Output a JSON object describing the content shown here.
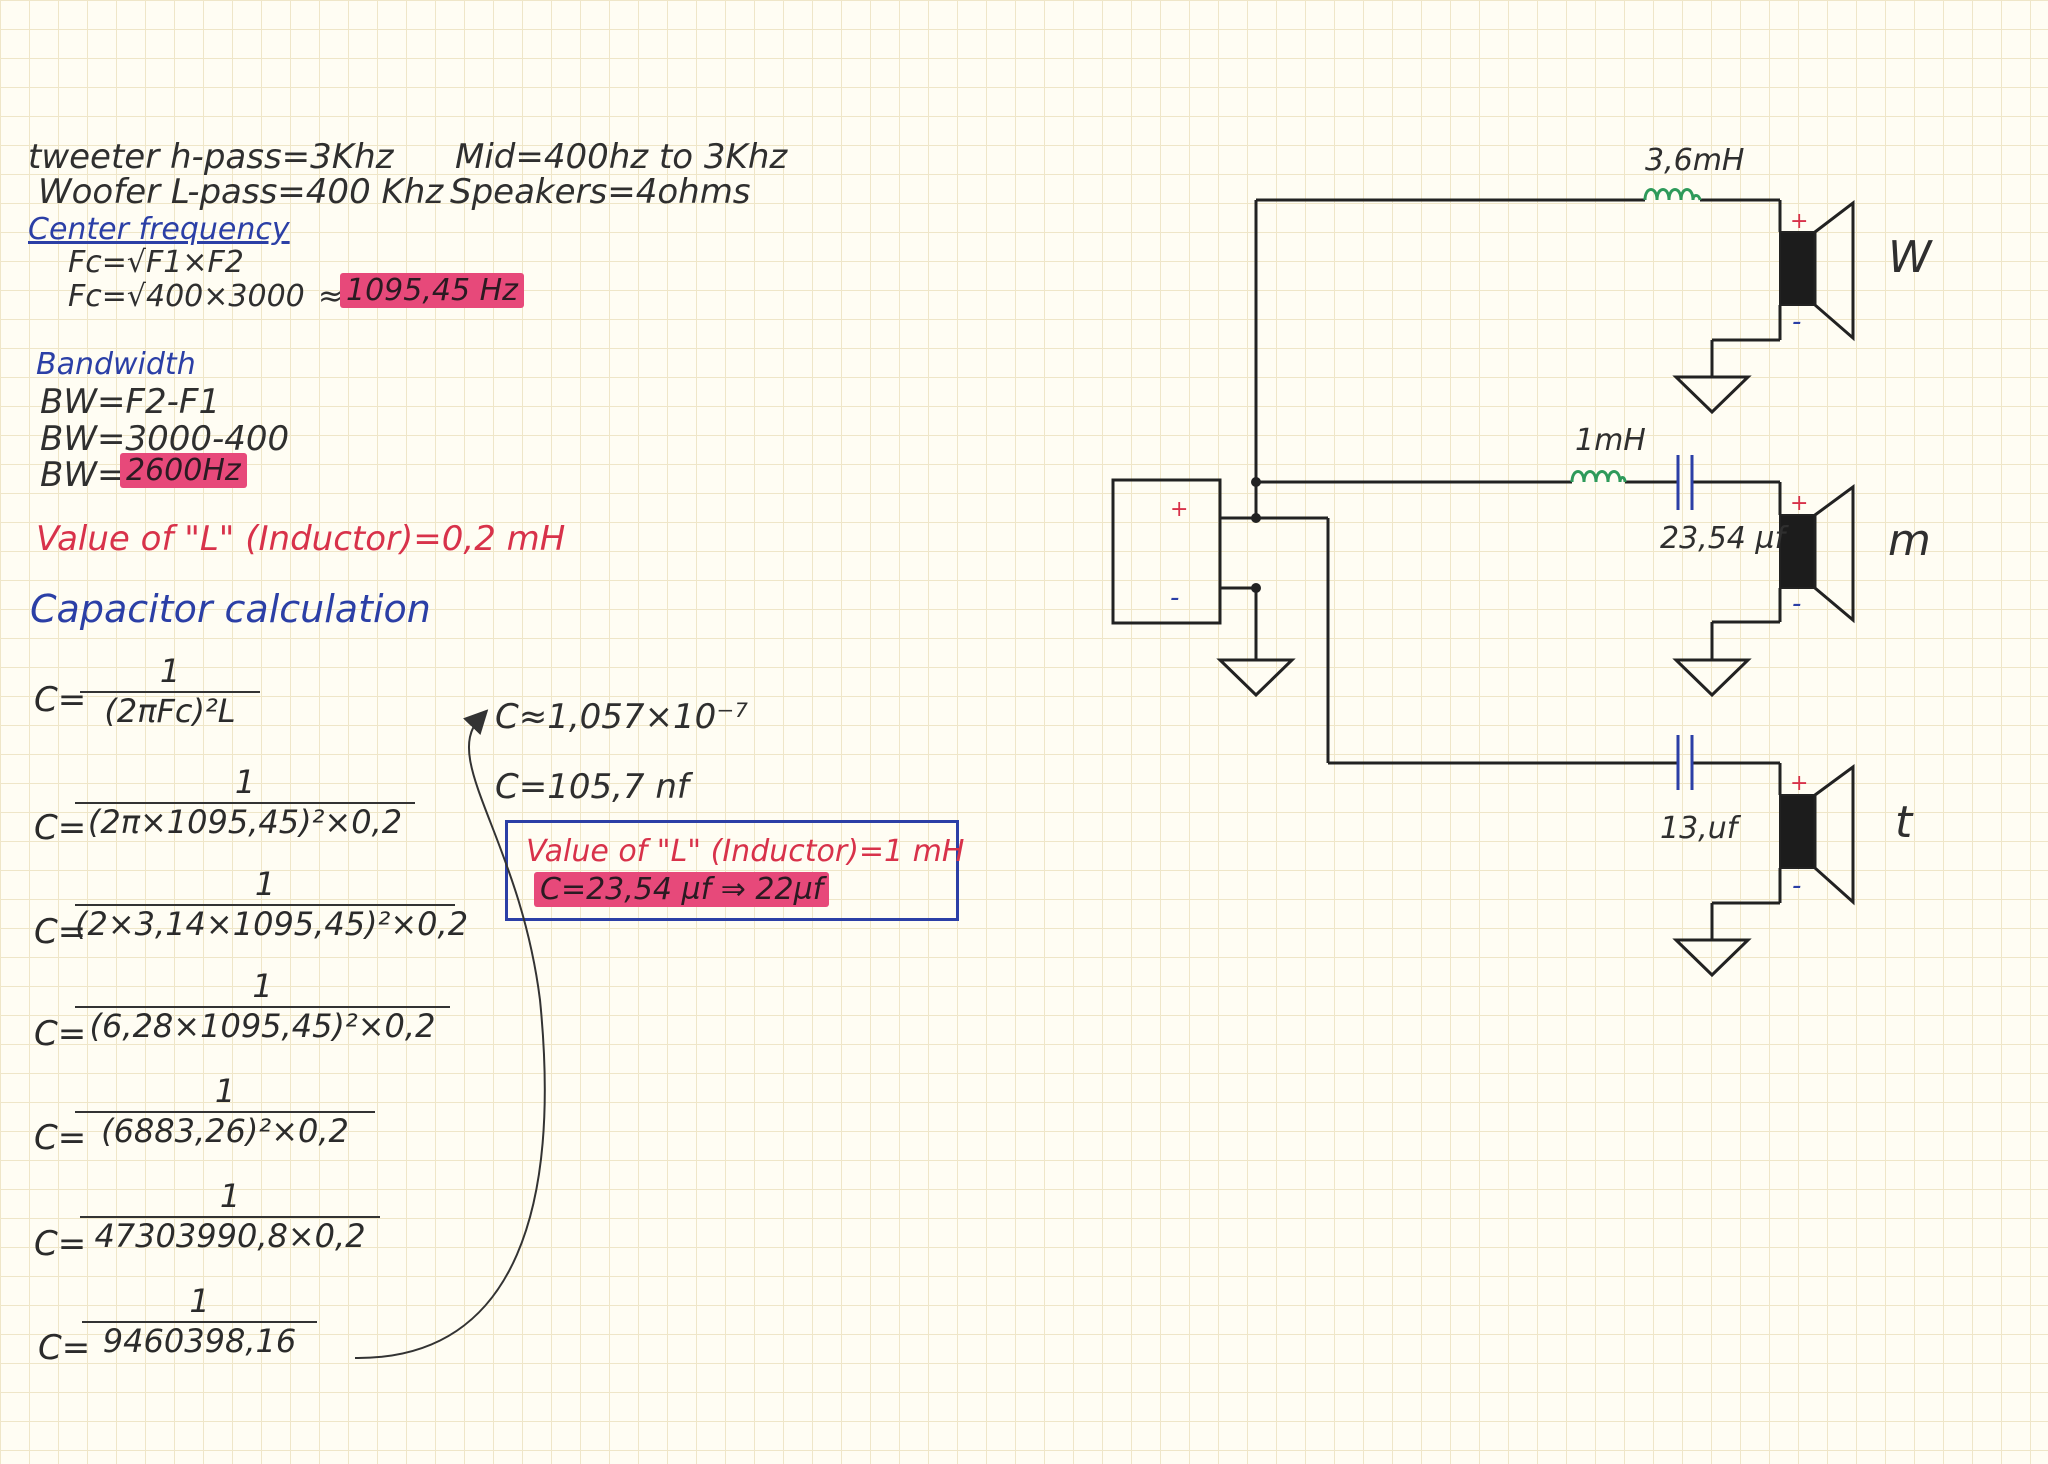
{
  "header": {
    "tweeter": "tweeter h-pass=3Khz",
    "mid": "Mid=400hz to 3Khz",
    "woofer": "Woofer L-pass=400 Khz",
    "speakers": "Speakers=4ohms"
  },
  "center_frequency": {
    "title": "Center frequency",
    "line1": "Fc=√F1×F2",
    "line2_lhs": "Fc=√400×3000",
    "line2_approx": "≈",
    "result": "1095,45 Hz"
  },
  "bandwidth": {
    "title": "Bandwidth",
    "line1": "BW=F2-F1",
    "line2": "BW=3000-400",
    "line3_lhs": "BW=",
    "result": "2600Hz"
  },
  "inductor_value": "Value of \"L\" (Inductor)=0,2 mH",
  "capacitor": {
    "title": "Capacitor calculation",
    "steps": [
      {
        "lhs": "C=",
        "num": "1",
        "den": "(2πFc)²L"
      },
      {
        "lhs": "C=",
        "num": "1",
        "den": "(2π×1095,45)²×0,2"
      },
      {
        "lhs": "C=",
        "num": "1",
        "den": "(2×3,14×1095,45)²×0,2"
      },
      {
        "lhs": "C=",
        "num": "1",
        "den": "(6,28×1095,45)²×0,2"
      },
      {
        "lhs": "C=",
        "num": "1",
        "den": "(6883,26)²×0,2"
      },
      {
        "lhs": "C=",
        "num": "1",
        "den": "47303990,8×0,2"
      },
      {
        "lhs": "C=",
        "num": "1",
        "den": "9460398,16"
      }
    ],
    "approx": "C≈1,057×10⁻⁷",
    "result": "C=105,7 nf"
  },
  "boxed": {
    "line1": "Value of \"L\" (Inductor)=1 mH",
    "line2_eq": "C=23,54 µf",
    "arrow": "⇒",
    "line2_result": "22µf"
  },
  "circuit": {
    "woofer_inductor": "3,6mH",
    "mid_inductor": "1mH",
    "mid_capacitor": "23,54 µf",
    "tweeter_capacitor": "13,uf",
    "plus": "+",
    "minus": "-",
    "woofer_label": "W",
    "mid_label": "m",
    "tweeter_label": "t"
  },
  "colors": {
    "ink_black": "#2f2f2f",
    "ink_blue": "#2b3fa6",
    "ink_red": "#d8324a",
    "highlight_pink": "#e7497a",
    "inductor_green": "#2e9a5a"
  }
}
